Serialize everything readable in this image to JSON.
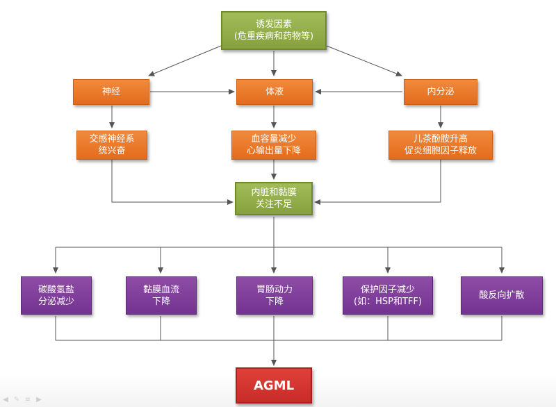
{
  "nodes": {
    "trigger": "诱发因素\n(危重疾病和药物等)",
    "nerve": "神经",
    "fluid": "体液",
    "endocrine": "内分泌",
    "sympathetic": "交感神经系\n统兴奋",
    "blood_volume": "血容量减少\n心输出量下降",
    "catecholamine": "儿茶酚胺升高\n促炎细胞因子释放",
    "visceral": "内脏和黏膜\n关注不足",
    "bicarbonate": "碳酸氢盐\n分泌减少",
    "mucosal_flow": "黏膜血流\n下降",
    "motility": "胃肠动力\n下降",
    "protective": "保护因子减少\n(如：HSP和TFF)",
    "acid_diffusion": "酸反向扩散",
    "outcome": "AGML"
  },
  "colors": {
    "green": "#8fab46",
    "orange": "#e8742a",
    "purple": "#7f3d9b",
    "red": "#d23631",
    "line": "#555555"
  }
}
